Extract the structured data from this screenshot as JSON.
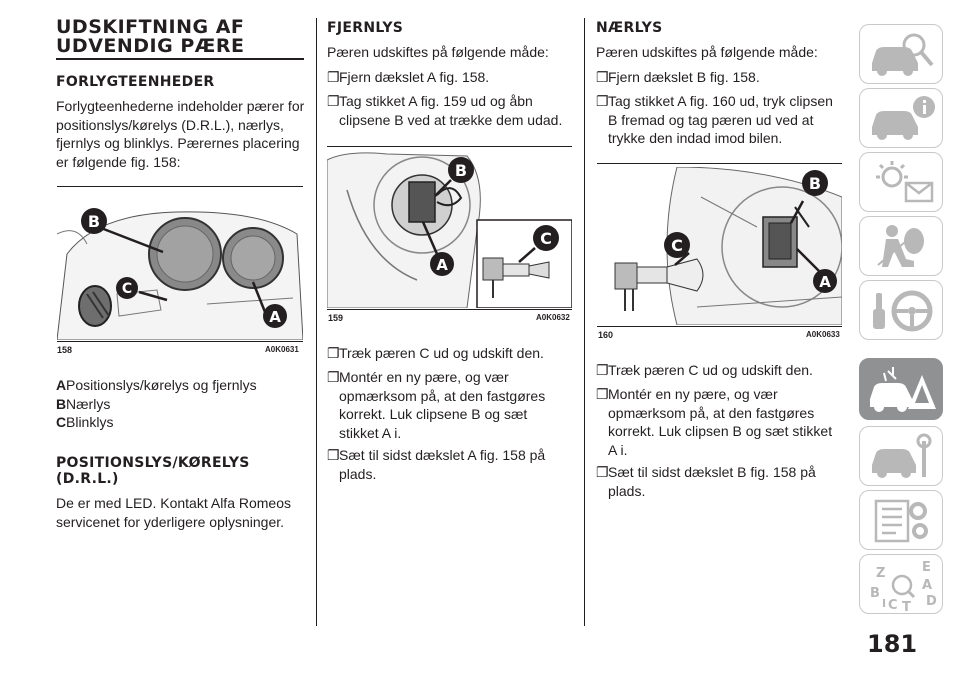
{
  "col1": {
    "title_line1": "UDSKIFTNING AF",
    "title_line2": "UDVENDIG PÆRE",
    "section1_title": "FORLYGTEENHEDER",
    "section1_lines": [
      "Forlygteenhederne indeholder pærer for",
      "positionslys/kørelys (D.R.L.), nærlys,",
      "fjernlys og blinklys. Pærernes placering",
      "er følgende fig. 158:"
    ],
    "figure": {
      "number": "158",
      "code": "A0K0631",
      "labels": [
        "B",
        "C",
        "A"
      ]
    },
    "legend": [
      {
        "key": "A",
        "text": "Positionslys/kørelys og fjernlys"
      },
      {
        "key": "B",
        "text": "Nærlys"
      },
      {
        "key": "C",
        "text": "Blinklys"
      }
    ],
    "section2_title_line1": "POSITIONSLYS/KØRELYS",
    "section2_title_line2": "(D.R.L.)",
    "section2_lines": [
      "De er med LED. Kontakt Alfa Romeos",
      "servicenet for yderligere oplysninger."
    ]
  },
  "col2": {
    "title": "FJERNLYS",
    "intro": "Pæren udskiftes på følgende måde:",
    "bullets_top": [
      {
        "lines": [
          "Fjern dækslet A fig. 158."
        ]
      },
      {
        "lines": [
          "Tag stikket A fig. 159 ud og åbn",
          "clipsene B ved at trække dem udad."
        ]
      }
    ],
    "figure": {
      "number": "159",
      "code": "A0K0632",
      "labels": [
        "B",
        "C",
        "A"
      ]
    },
    "bullets_bottom": [
      {
        "lines": [
          "Træk pæren C ud og udskift den."
        ]
      },
      {
        "lines": [
          "Montér en ny pære, og vær",
          "opmærksom på, at den fastgøres",
          "korrekt. Luk clipsene B og sæt",
          "stikket A i."
        ]
      },
      {
        "lines": [
          "Sæt til sidst dækslet A fig. 158 på",
          "plads."
        ]
      }
    ]
  },
  "col3": {
    "title": "NÆRLYS",
    "intro": "Pæren udskiftes på følgende måde:",
    "bullets_top": [
      {
        "lines": [
          "Fjern dækslet B fig. 158."
        ]
      },
      {
        "lines": [
          "Tag stikket A fig. 160 ud, tryk clipsen",
          "B fremad og tag pæren ud ved at",
          "trykke den indad imod bilen."
        ]
      }
    ],
    "figure": {
      "number": "160",
      "code": "A0K0633",
      "labels": [
        "B",
        "C",
        "A"
      ]
    },
    "bullets_bottom": [
      {
        "lines": [
          "Træk pæren C ud og udskift den."
        ]
      },
      {
        "lines": [
          "Montér en ny pære, og vær",
          "opmærksom på, at den fastgøres",
          "korrekt. Luk clipsen B og sæt stikket",
          "A i."
        ]
      },
      {
        "lines": [
          "Sæt til sidst dækslet B fig. 158 på",
          "plads."
        ]
      }
    ]
  },
  "bullet_mark": "❐",
  "page_number": "181",
  "sidebar": [
    {
      "icon": "car-search-icon",
      "active": false
    },
    {
      "icon": "car-info-icon",
      "active": false
    },
    {
      "icon": "warning-light-message-icon",
      "active": false
    },
    {
      "icon": "airbag-seat-icon",
      "active": false
    },
    {
      "icon": "key-steering-wheel-icon",
      "active": false
    },
    {
      "icon": "car-breakdown-warning-icon",
      "active": true
    },
    {
      "icon": "car-wrench-icon",
      "active": false
    },
    {
      "icon": "document-gear-icon",
      "active": false
    },
    {
      "icon": "alphabetical-index-icon",
      "active": false
    }
  ],
  "index_icon_letters": [
    "Z",
    "E",
    "B",
    "A",
    "C",
    "T",
    "I",
    "D"
  ],
  "colors": {
    "text": "#231f20",
    "sidebar_active": "#8f9193",
    "sidebar_border": "#c9c9c9",
    "marker": "#231f20"
  }
}
